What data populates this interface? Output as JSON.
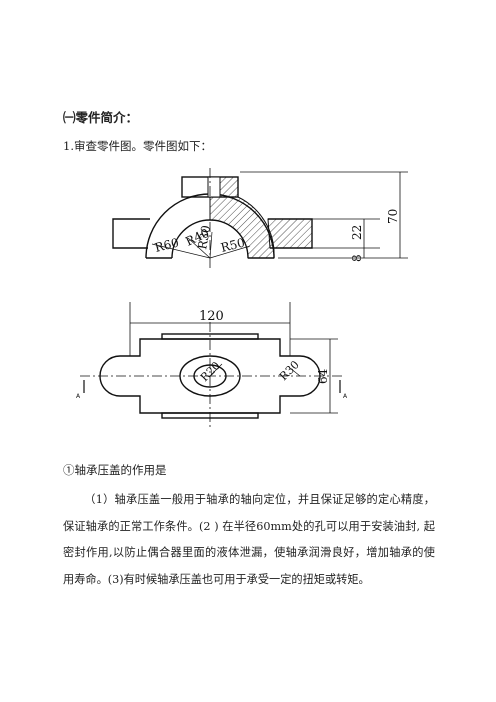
{
  "section": {
    "heading": "㈠零件简介：",
    "step1": "1.审查零件图。零件图如下："
  },
  "drawing": {
    "top_view_dims": {
      "r60": "R60",
      "r40": "R40",
      "r30": "R30",
      "r50": "R50",
      "h70": "70",
      "h22": "22",
      "h8": "8"
    },
    "plan_view_dims": {
      "w120": "120",
      "r20": "R20",
      "r30": "R30",
      "h64": "64",
      "section_a_left": "A",
      "section_a_right": "A"
    }
  },
  "purpose": {
    "title": "①轴承压盖的作用是",
    "paragraph": "（1）轴承压盖一般用于轴承的轴向定位，并且保证足够的定心精度，保证轴承的正常工作条件。(2 ) 在半径60mm处的孔可以用于安装油封, 起密封作用,以防止偶合器里面的液体泄漏，使轴承润滑良好，增加轴承的使用寿命。(3)有时候轴承压盖也可用于承受一定的扭矩或转矩。"
  }
}
